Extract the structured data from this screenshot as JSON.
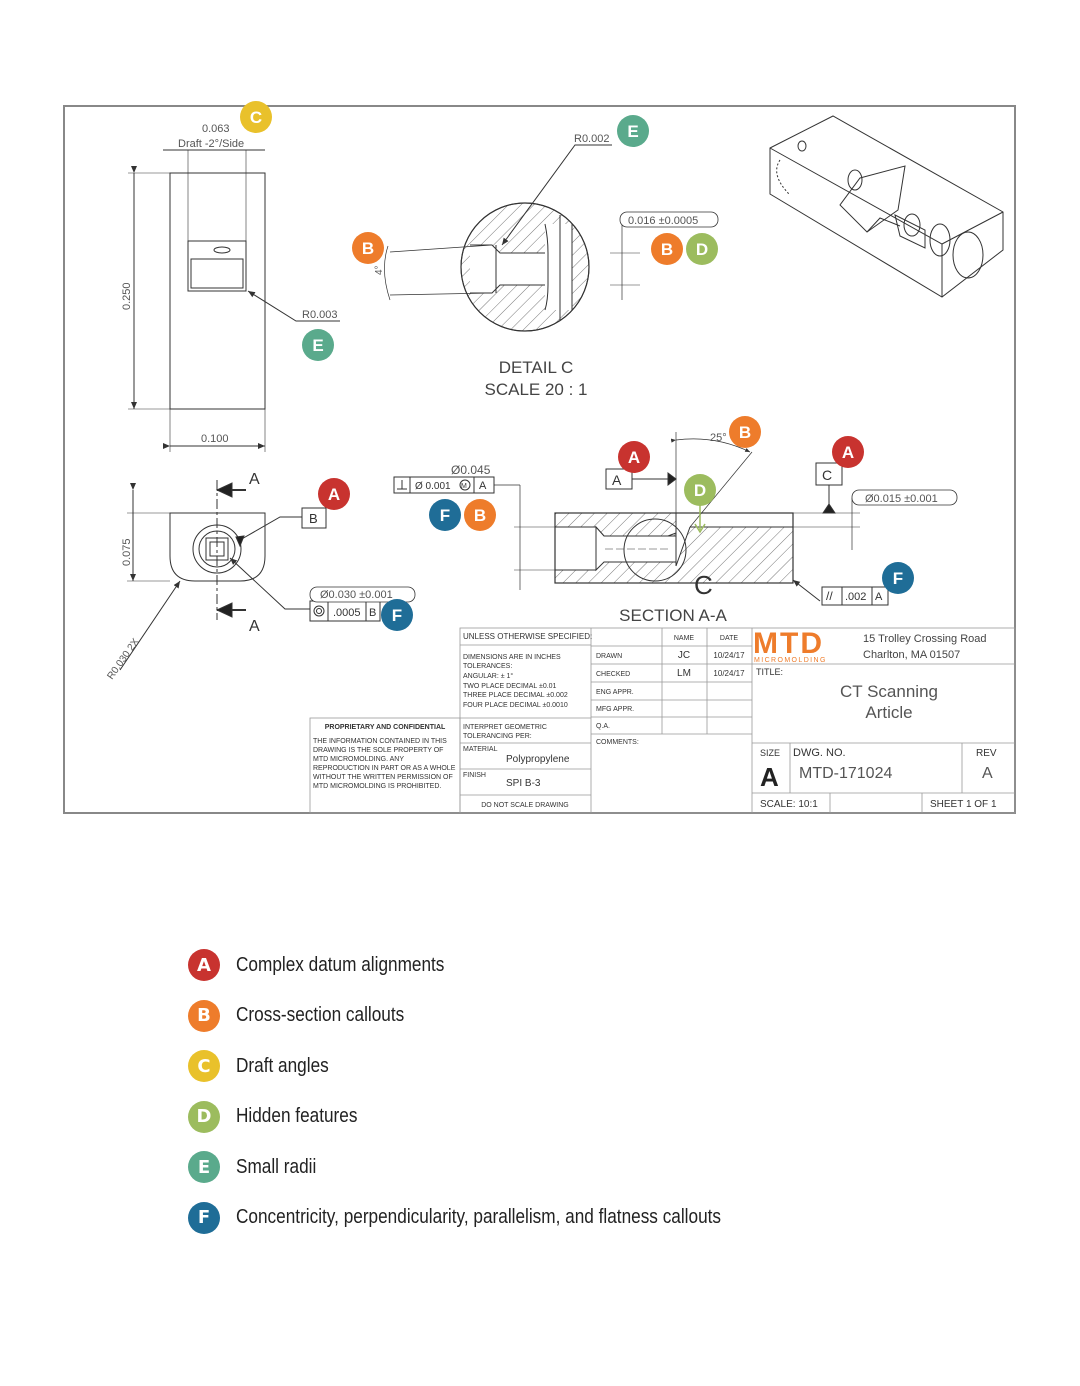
{
  "colors": {
    "A": "#c8332f",
    "B": "#ee7c2b",
    "C": "#e9c12b",
    "D": "#9cbc5e",
    "E": "#5aaa8c",
    "F": "#1f6d97",
    "line": "#444444"
  },
  "drawing": {
    "top_view": {
      "dim_top": "0.063",
      "draft_note": "Draft -2°/Side",
      "dim_height": "0.250",
      "dim_width": "0.100",
      "radius": "R0.003"
    },
    "detail": {
      "radius": "R0.002",
      "angle": "4°",
      "dim_box": "0.016 ±0.0005",
      "title": "DETAIL C",
      "scale": "SCALE 20 : 1"
    },
    "end_view": {
      "dim_height": "0.075",
      "radius": "R0.030 2X",
      "section_marker": "A",
      "datum_b": "B",
      "conc_dim": "Ø0.030 ±0.001",
      "conc_tol": ".0005",
      "conc_datum": "B"
    },
    "section": {
      "dia_dim": "Ø0.045",
      "perp_tol": "Ø 0.001",
      "perp_mod": "M",
      "perp_datum": "A",
      "datum_a": "A",
      "datum_c": "C",
      "angle": "25°",
      "dia2_dim": "Ø0.015 ±0.001",
      "par_sym": "//",
      "par_tol": ".002",
      "par_datum": "A",
      "detail_marker": "C",
      "title": "SECTION A-A"
    },
    "title_block": {
      "unless": "UNLESS OTHERWISE SPECIFIED:",
      "dims_in": "DIMENSIONS ARE IN INCHES",
      "tolerances": "TOLERANCES:",
      "angular": "ANGULAR: ± 1°",
      "two_place": "TWO PLACE DECIMAL    ±0.01",
      "three_place": "THREE PLACE DECIMAL  ±0.002",
      "four_place": "FOUR PLACE DECIMAL  ±0.0010",
      "interpret": "INTERPRET GEOMETRIC",
      "tolerancing": "TOLERANCING PER:",
      "material_label": "MATERIAL",
      "material": "Polypropylene",
      "finish_label": "FINISH",
      "finish": "SPI B-3",
      "no_scale": "DO NOT SCALE DRAWING",
      "proprietary_title": "PROPRIETARY AND CONFIDENTIAL",
      "proprietary_lines": [
        "THE INFORMATION CONTAINED IN THIS",
        "DRAWING IS THE SOLE PROPERTY OF",
        "MTD MICROMOLDING.  ANY",
        "REPRODUCTION IN PART OR AS A WHOLE",
        "WITHOUT THE WRITTEN PERMISSION OF",
        "MTD MICROMOLDING IS PROHIBITED."
      ],
      "name_header": "NAME",
      "date_header": "DATE",
      "drawn_label": "DRAWN",
      "drawn_name": "JC",
      "drawn_date": "10/24/17",
      "checked_label": "CHECKED",
      "checked_name": "LM",
      "checked_date": "10/24/17",
      "eng_appr": "ENG APPR.",
      "mfg_appr": "MFG APPR.",
      "qa": "Q.A.",
      "comments": "COMMENTS:",
      "logo": "MTD",
      "logo_sub": "MICROMOLDING",
      "address1": "15 Trolley Crossing Road",
      "address2": "Charlton, MA 01507",
      "title_label": "TITLE:",
      "title1": "CT Scanning",
      "title2": "Article",
      "size_label": "SIZE",
      "size": "A",
      "dwg_label": "DWG.  NO.",
      "dwg_no": "MTD-171024",
      "rev_label": "REV",
      "rev": "A",
      "scale": "SCALE: 10:1",
      "sheet": "SHEET 1 OF 1"
    }
  },
  "legend": [
    {
      "letter": "A",
      "label": "Complex datum alignments"
    },
    {
      "letter": "B",
      "label": "Cross-section callouts"
    },
    {
      "letter": "C",
      "label": "Draft angles"
    },
    {
      "letter": "D",
      "label": "Hidden features"
    },
    {
      "letter": "E",
      "label": "Small radii"
    },
    {
      "letter": "F",
      "label": "Concentricity, perpendicularity, parallelism, and flatness callouts"
    }
  ]
}
